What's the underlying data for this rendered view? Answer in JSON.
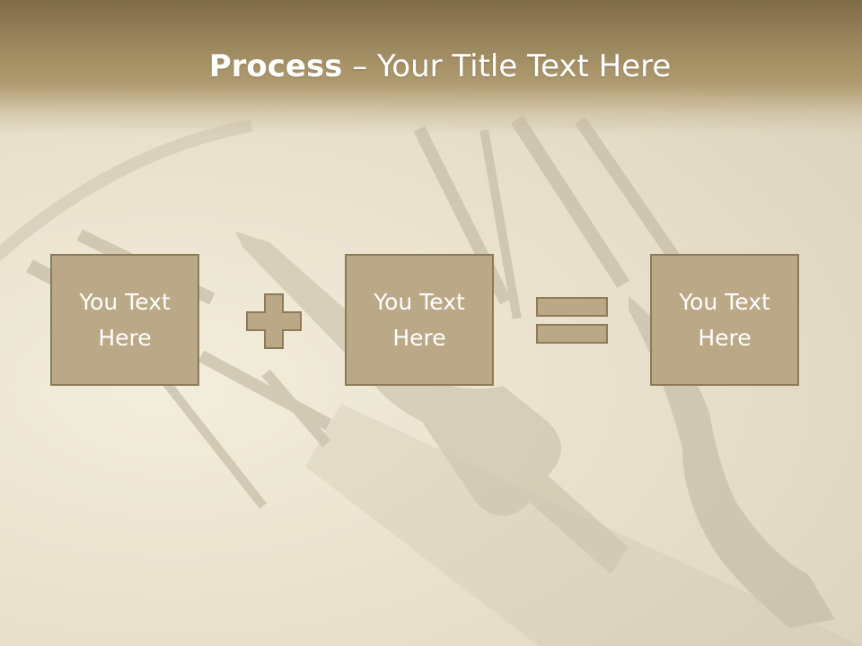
{
  "header": {
    "title_bold": "Process",
    "title_rest": " – Your Title Text Here"
  },
  "boxes": [
    {
      "label": "You Text\nHere"
    },
    {
      "label": "You Text\nHere"
    },
    {
      "label": "You Text\nHere"
    }
  ],
  "operators": [
    "plus-icon",
    "equals-icon"
  ],
  "colors": {
    "header": "#9d895f",
    "box_fill": "#bba886",
    "box_border": "#8d7a56",
    "text": "#ffffff"
  },
  "background": "clock-face-image"
}
